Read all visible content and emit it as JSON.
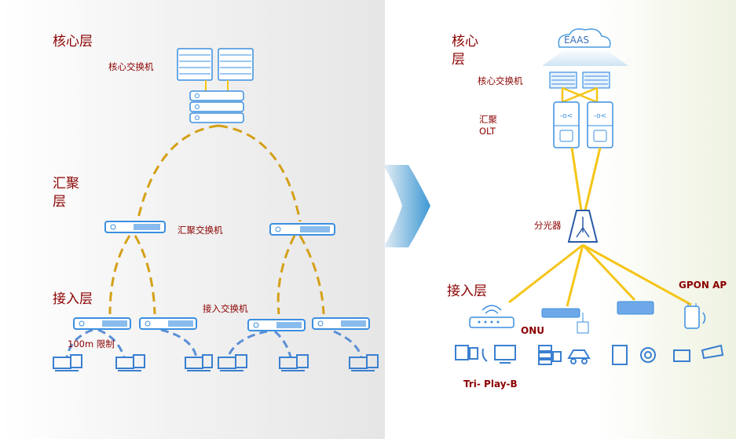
{
  "left": {
    "core_title": "核心层",
    "core_switch_label": "核心交换机",
    "agg_title": "汇聚\n层",
    "agg_switch_label": "汇聚交换机",
    "access_title": "接入层",
    "access_switch_label": "接入交换机",
    "limit_label": "100m 限制"
  },
  "right": {
    "core_title": "核心\n层",
    "cloud_label": "EAAS",
    "core_switch_label": "核心交换机",
    "olt_label": "汇聚\nOLT",
    "splitter_label": "分光器",
    "access_title": "接入层",
    "onu_label": "ONU",
    "gpon_ap_label": "GPON  AP",
    "triplay_label": "Tri- Play-B"
  },
  "colors": {
    "title_red": "#8b0000",
    "device_blue": "#3a8fe0",
    "link_dashed": "#d4a017",
    "link_yellow": "#f5c518",
    "arrow_blue": "#4aa6d8"
  }
}
